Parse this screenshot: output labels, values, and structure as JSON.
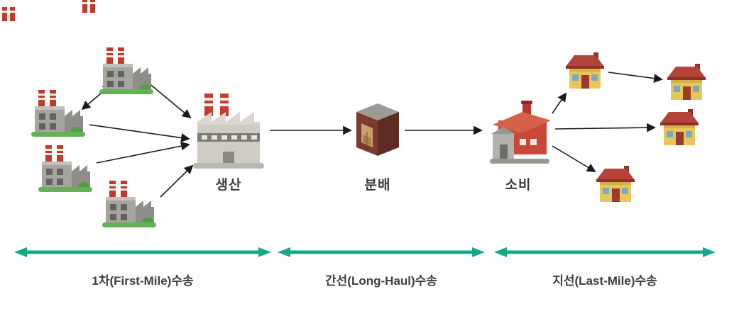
{
  "diagram": {
    "nodes": {
      "production": {
        "label": "생산",
        "icon": "factory-large-icon"
      },
      "distribution": {
        "label": "분배",
        "icon": "warehouse-icon"
      },
      "consumption": {
        "label": "소비",
        "icon": "plant-icon"
      }
    },
    "left_cluster": {
      "icon": "factory-icon",
      "count": 4
    },
    "right_cluster": {
      "icon": "house-icon",
      "count": 4
    },
    "segments": [
      {
        "label": "1차(First-Mile)수송"
      },
      {
        "label": "간선(Long-Haul)수송"
      },
      {
        "label": "지선(Last-Mile)수송"
      }
    ],
    "colors": {
      "segment_arrow": "#15a78a",
      "connector": "#1a1a1a",
      "label_text": "#3d3d3d",
      "background": "#ffffff"
    }
  }
}
